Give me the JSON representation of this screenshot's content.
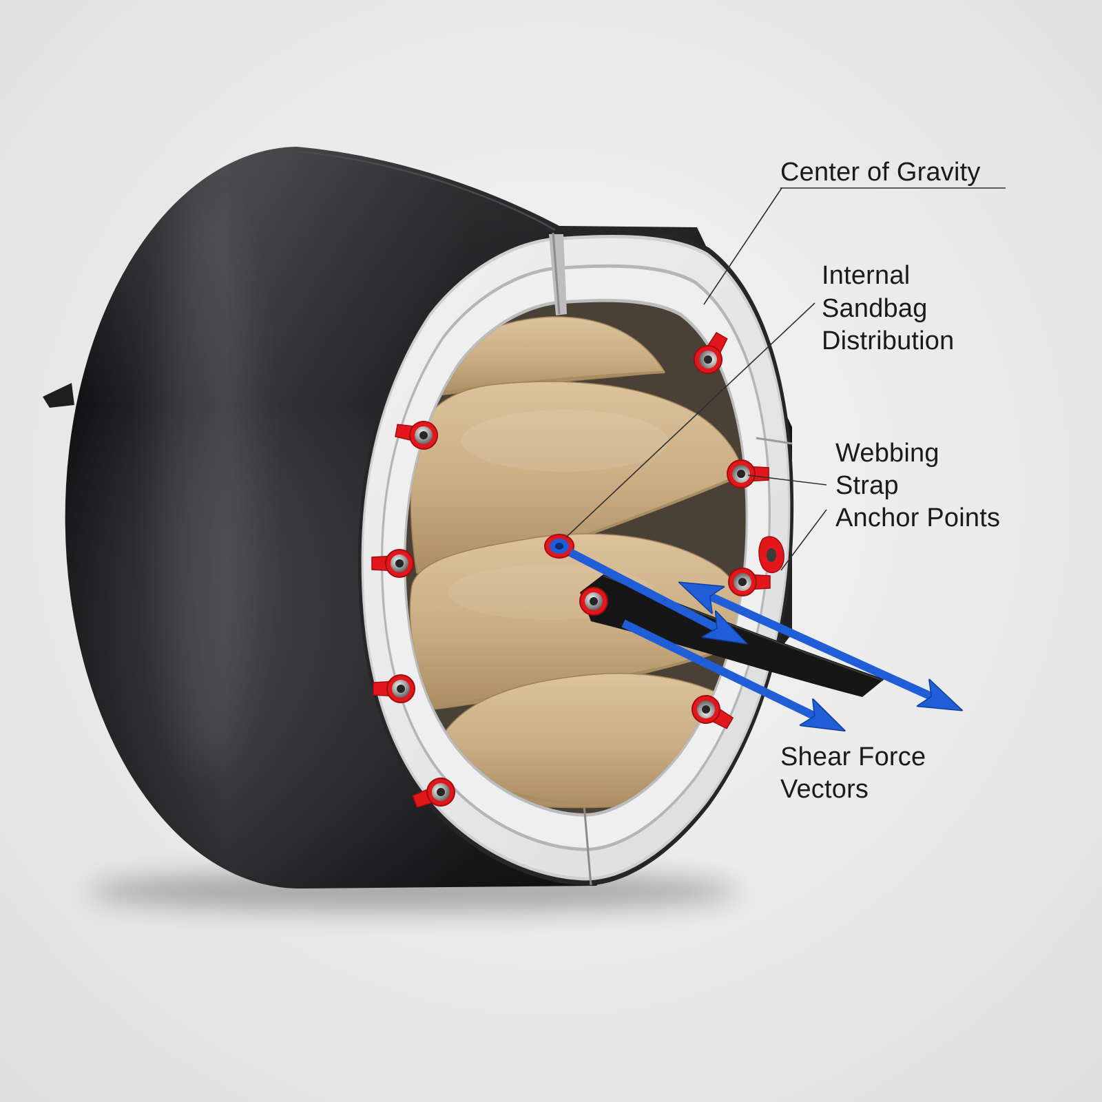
{
  "labels": {
    "center_of_gravity": "Center of Gravity",
    "sandbag_distribution": [
      "Internal",
      "Sandbag",
      "Distribution"
    ],
    "anchor_points": [
      "Webbing",
      "Strap",
      "Anchor Points"
    ],
    "shear_force": [
      "Shear Force",
      "Vectors"
    ]
  },
  "colors": {
    "leather": "#1b1b1d",
    "foam": "#e8e8e8",
    "sandbag": "#c9ac82",
    "anchor": "#e3161b",
    "vector": "#1f5ed6",
    "strap": "#161616",
    "label_text": "#1a1a1a"
  }
}
